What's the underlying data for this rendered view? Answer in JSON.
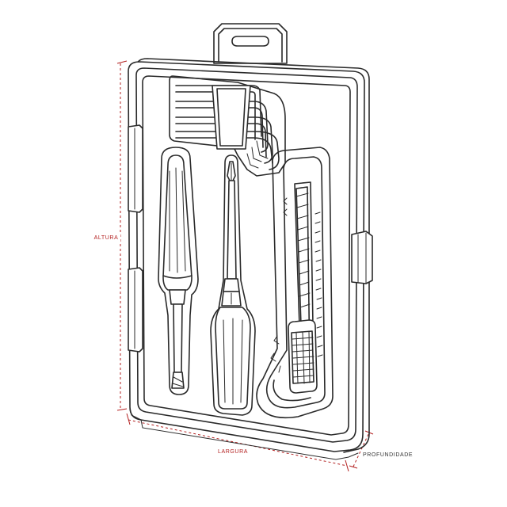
{
  "dimensions": {
    "altura": "ALTURA",
    "largura": "LARGURA",
    "profundidade": "PROFUNDIDADE"
  },
  "colors": {
    "dimension_line": "#b32020",
    "outline": "#2a2a2a",
    "background": "#ffffff"
  },
  "icons": [
    "hang-tab",
    "hex-key-set",
    "flat-screwdriver",
    "phillips-screwdriver",
    "utility-knife"
  ]
}
